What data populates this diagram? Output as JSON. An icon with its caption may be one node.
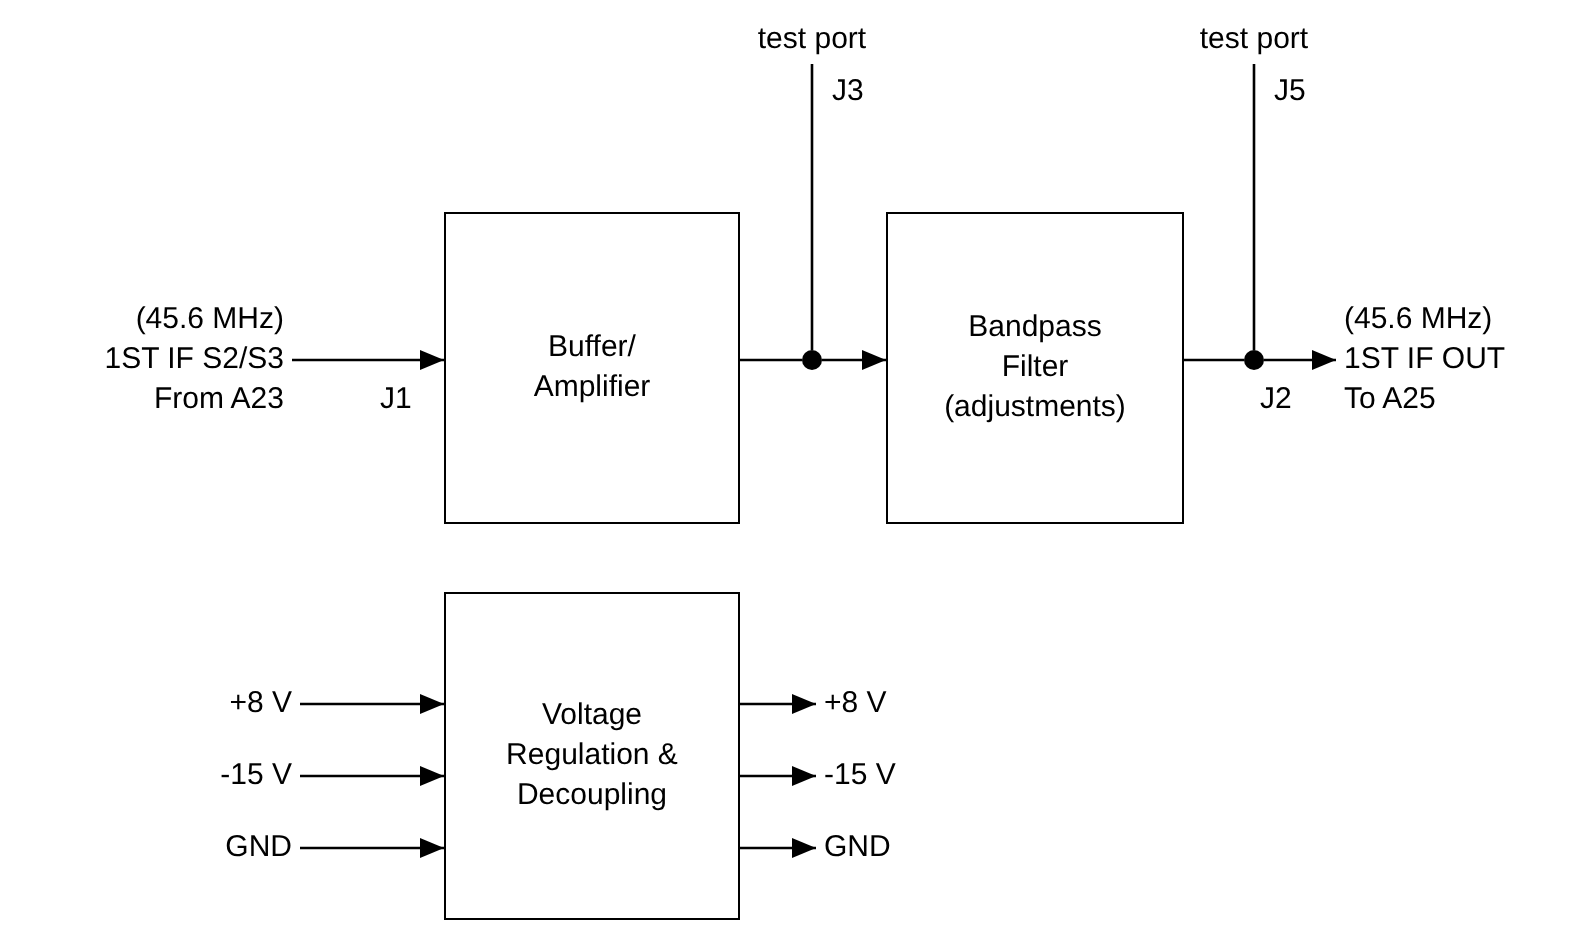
{
  "diagram": {
    "nodes": [
      {
        "text": [
          "(45.6 MHz)",
          "1ST IF S2/S3",
          "From A23"
        ]
      },
      {
        "text": [
          "Buffer/ Amplifier"
        ]
      },
      {
        "text": [],
        "shape": "circle"
      },
      {
        "text": [
          "test port"
        ]
      },
      {
        "text": [
          "Bandpass Filter (adjustments)"
        ]
      },
      {
        "text": [],
        "shape": "circle"
      },
      {
        "text": [
          "test port"
        ]
      },
      {
        "text": [
          "(45.6 MHz)",
          "1ST IF OUT",
          "To A25"
        ]
      },
      {
        "text": [
          "Voltage Regulation & Decoupling"
        ]
      },
      {
        "text": [
          "+8 V"
        ]
      },
      {
        "text": [
          "-15 V"
        ]
      },
      {
        "text": [
          "GND"
        ]
      },
      {
        "text": [
          "+8 V"
        ]
      },
      {
        "text": [
          "-15 V"
        ]
      },
      {
        "text": [
          "GND"
        ]
      }
    ],
    "edges": [
      {
        "from": 0,
        "to": 1,
        "arrow": "to"
      },
      {
        "from": 1,
        "to": 2,
        "arrow": "none"
      },
      {
        "from": 2,
        "to": 4,
        "arrow": "to"
      },
      {
        "from": 2,
        "to": 3,
        "arrow": "none"
      },
      {
        "from": 4,
        "to": 5,
        "arrow": "none"
      },
      {
        "from": 5,
        "to": 7,
        "arrow": "to"
      },
      {
        "from": 5,
        "to": 6,
        "arrow": "none"
      },
      {
        "from": 9,
        "to": 8,
        "arrow": "to"
      },
      {
        "from": 10,
        "to": 8,
        "arrow": "to"
      },
      {
        "from": 11,
        "to": 8,
        "arrow": "to"
      },
      {
        "from": 8,
        "to": 12,
        "arrow": "to"
      },
      {
        "from": 8,
        "to": 13,
        "arrow": "to"
      },
      {
        "from": 8,
        "to": 14,
        "arrow": "to"
      }
    ],
    "labels": [
      "J3",
      "J5",
      "J1",
      "J2"
    ]
  }
}
